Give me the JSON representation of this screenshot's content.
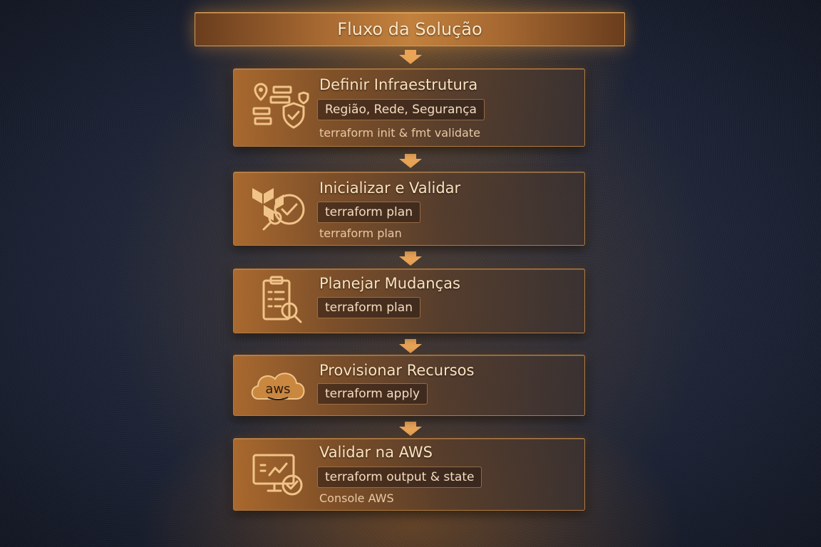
{
  "title": "Fluxo da Solução",
  "colors": {
    "accent": "#c2813d",
    "text": "#fbe3c0",
    "background": "#1c2233"
  },
  "steps": [
    {
      "title": "Definir Infraestrutura",
      "pill": "Região, Rede, Segurança",
      "subline": "terraform init & fmt validate",
      "icon": "infrastructure-shield-icon"
    },
    {
      "title": "Inicializar e Validar",
      "pill": "terraform plan",
      "subline": "terraform plan",
      "icon": "terraform-validate-icon"
    },
    {
      "title": "Planejar Mudanças",
      "pill": "terraform plan",
      "subline": "",
      "icon": "clipboard-search-icon"
    },
    {
      "title": "Provisionar Recursos",
      "pill": "terraform apply",
      "subline": "",
      "icon": "aws-cloud-icon"
    },
    {
      "title": "Validar na AWS",
      "pill": "terraform output  &  state",
      "subline": "Console AWS",
      "icon": "monitor-check-icon"
    }
  ]
}
